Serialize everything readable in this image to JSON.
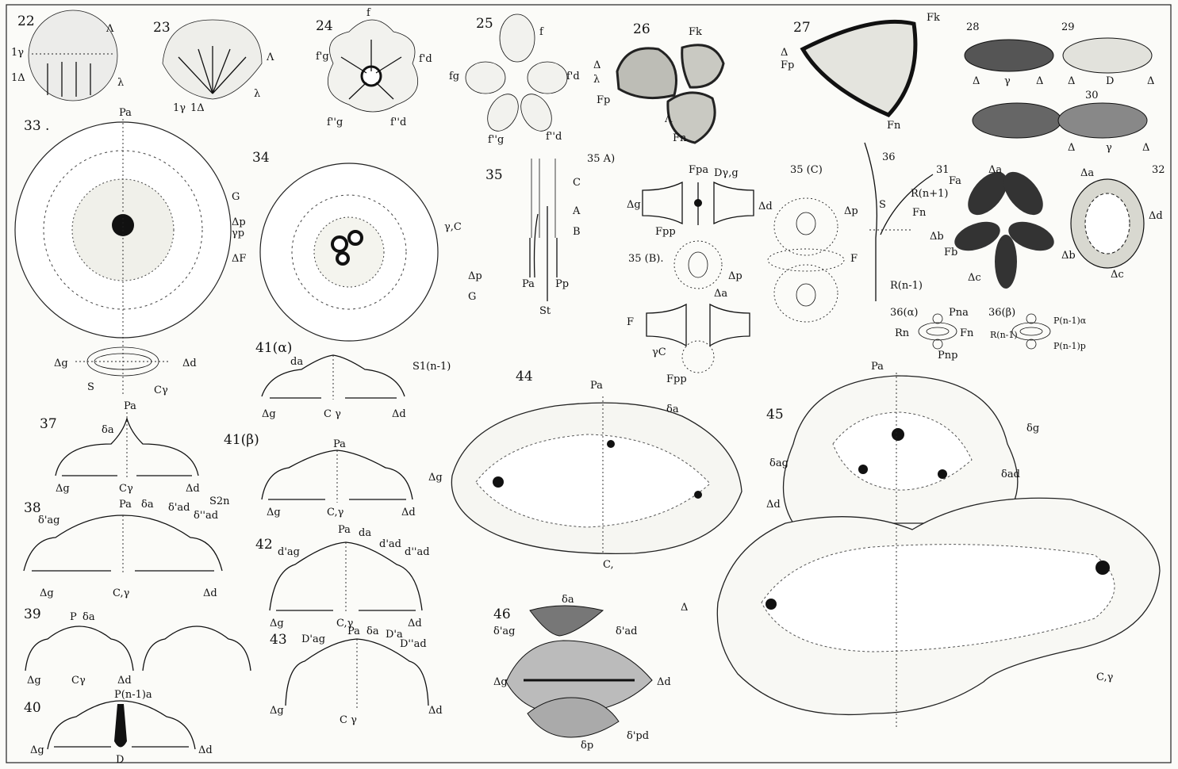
{
  "plate": {
    "figure_numbers": [
      "22",
      "23",
      "24",
      "25",
      "26",
      "27",
      "28",
      "29",
      "30",
      "31",
      "32",
      "33",
      "34",
      "35",
      "35",
      "35",
      "36",
      "37",
      "38",
      "39",
      "40",
      "41",
      "41",
      "42",
      "43",
      "44",
      "45",
      "46"
    ],
    "fig22": {
      "num": "22",
      "labels": [
        "1γ",
        "1Δ",
        "λ",
        "Λ"
      ]
    },
    "fig23": {
      "num": "23",
      "labels": [
        "1γ",
        "1Δ",
        "λ",
        "Λ"
      ]
    },
    "fig24": {
      "num": "24",
      "labels": [
        "f",
        "f'g",
        "f'd",
        "f''g",
        "f''d"
      ]
    },
    "fig25": {
      "num": "25",
      "labels": [
        "f",
        "fg",
        "f'd",
        "f''g",
        "f''d"
      ]
    },
    "fig26": {
      "num": "26",
      "labels": [
        "Fk",
        "Δ",
        "λ",
        "Λ",
        "Fp",
        "Fn"
      ]
    },
    "fig27": {
      "num": "27",
      "labels": [
        "Δ",
        "Fp",
        "Fk",
        "Fn"
      ]
    },
    "fig28": {
      "num": "28",
      "labels": [
        "Δ",
        "γ",
        "Δ"
      ]
    },
    "fig29": {
      "num": "29",
      "labels": [
        "Δ",
        "D",
        "Δ"
      ]
    },
    "fig30": {
      "num": "30",
      "labels": [
        "Δ",
        "γ",
        "Δ"
      ]
    },
    "fig31": {
      "num": "31",
      "labels": [
        "Fa",
        "Fb",
        "Δc",
        "Δa",
        "Δb"
      ]
    },
    "fig32": {
      "num": "32",
      "labels": [
        "Δa",
        "Δd",
        "Δb",
        "Δc"
      ]
    },
    "fig33": {
      "num": "33 .",
      "labels": [
        "Pa",
        "G",
        "Δp",
        "γp",
        "ΔF",
        "Δg",
        "Δd",
        "S",
        "Cγ"
      ]
    },
    "fig34": {
      "num": "34",
      "labels": [
        "γ,C",
        "Δp",
        "G"
      ]
    },
    "fig35": {
      "num": "35",
      "labels": [
        "C",
        "A",
        "B",
        "Pa",
        "Pp",
        "St"
      ]
    },
    "fig35A": {
      "num": "35 A)",
      "labels": [
        "Fpa",
        "Dγ,g",
        "Δg",
        "Δd",
        "Fpp"
      ]
    },
    "fig35B": {
      "num": "35 (B).",
      "labels": [
        "F",
        "Δp",
        "Δa",
        "Fpp",
        "γC"
      ]
    },
    "fig35C": {
      "num": "35 (C)",
      "labels": [
        "Δp",
        "F"
      ]
    },
    "fig36": {
      "num": "36",
      "labels": [
        "R(n+1)",
        "Fn",
        "S",
        "R(n-1)"
      ]
    },
    "fig36a": {
      "num": "36(α)",
      "labels": [
        "Pna",
        "Rn",
        "Fn",
        "Pnp"
      ]
    },
    "fig36b": {
      "num": "36(β)",
      "labels": [
        "R(n-1)",
        "P(n-1)α",
        "P(n-1)p"
      ]
    },
    "fig37": {
      "num": "37",
      "labels": [
        "Pa",
        "δa",
        "Δg",
        "Cγ",
        "Δd",
        "S2n"
      ]
    },
    "fig38": {
      "num": "38",
      "labels": [
        "Pa",
        "δa",
        "δ'ag",
        "δ'ad",
        "δ''ad",
        "Δg",
        "C,γ",
        "Δd"
      ]
    },
    "fig39": {
      "num": "39",
      "labels": [
        "P",
        "δa",
        "Δg",
        "Cγ",
        "Δd"
      ]
    },
    "fig40": {
      "num": "40",
      "labels": [
        "P(n-1)a",
        "D",
        "Δg",
        "Δd"
      ]
    },
    "fig41a": {
      "num": "41(α)",
      "labels": [
        "da",
        "Δg",
        "C γ",
        "Δd",
        "S1(n-1)"
      ]
    },
    "fig41b": {
      "num": "41(β)",
      "labels": [
        "Pa",
        "Δg",
        "C,γ",
        "Δd"
      ]
    },
    "fig42": {
      "num": "42",
      "labels": [
        "Pa",
        "da",
        "d'ad",
        "d''ad",
        "d'ag",
        "Δg",
        "C,γ",
        "Δd"
      ]
    },
    "fig43": {
      "num": "43",
      "labels": [
        "Pa",
        "δa",
        "D'ag",
        "D'a",
        "D''ad",
        "Δg",
        "C γ",
        "Δd"
      ]
    },
    "fig44": {
      "num": "44",
      "labels": [
        "Pa",
        "δa",
        "Δg",
        "Δd",
        "C,"
      ]
    },
    "fig45": {
      "num": "45",
      "labels": [
        "Pa",
        "δg",
        "δag",
        "δad",
        "Δ",
        "C,γ"
      ]
    },
    "fig46": {
      "num": "46",
      "labels": [
        "δa",
        "δ'ag",
        "δ'ad",
        "Δg",
        "Δd",
        "δp",
        "δ'pd"
      ]
    }
  }
}
